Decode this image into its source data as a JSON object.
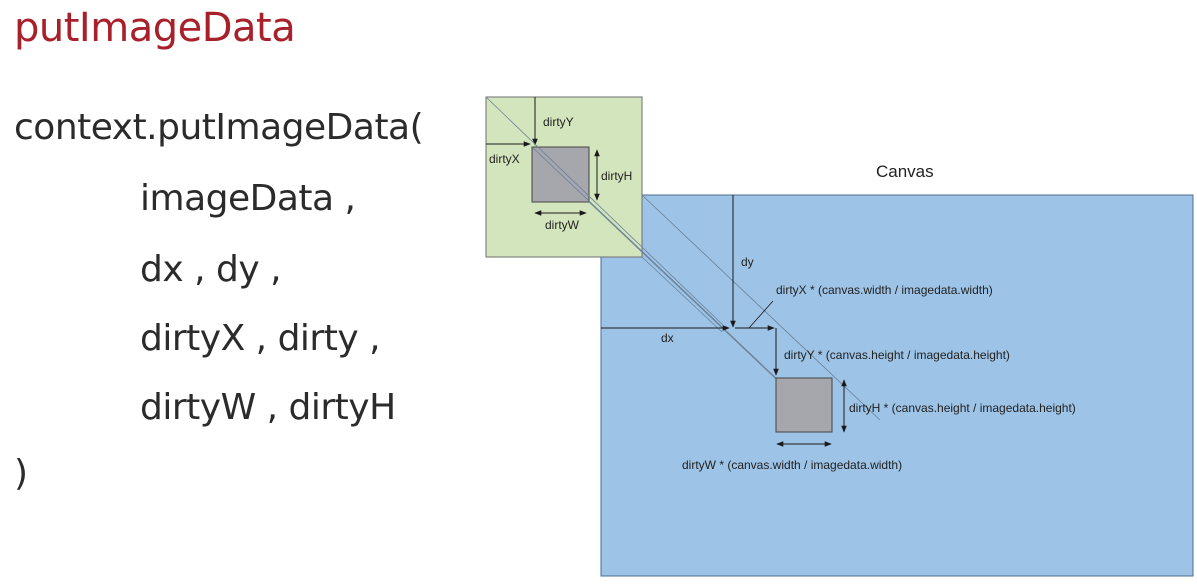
{
  "title": "putImageData",
  "code": {
    "call": "context.putImageData(",
    "args": [
      "imageData ,",
      "dx , dy ,",
      "dirtyX , dirty ,",
      "dirtyW , dirtyH"
    ],
    "close": ")"
  },
  "diagram": {
    "canvas_label": "Canvas",
    "source": {
      "dirty_x": "dirtyX",
      "dirty_y": "dirtyY",
      "dirty_w": "dirtyW",
      "dirty_h": "dirtyH"
    },
    "target": {
      "dx": "dx",
      "dy": "dy",
      "dirty_x_scaled": "dirtyX * (canvas.width / imagedata.width)",
      "dirty_y_scaled": "dirtyY * (canvas.height / imagedata.height)",
      "dirty_h_scaled": "dirtyH * (canvas.height / imagedata.height)",
      "dirty_w_scaled": "dirtyW * (canvas.width / imagedata.width)"
    },
    "colors": {
      "canvas_fill": "#9dc3e6",
      "image_fill": "#d3e5bd",
      "dirty_rect_fill": "#a6a6ad",
      "title_color": "#a8202a"
    }
  }
}
